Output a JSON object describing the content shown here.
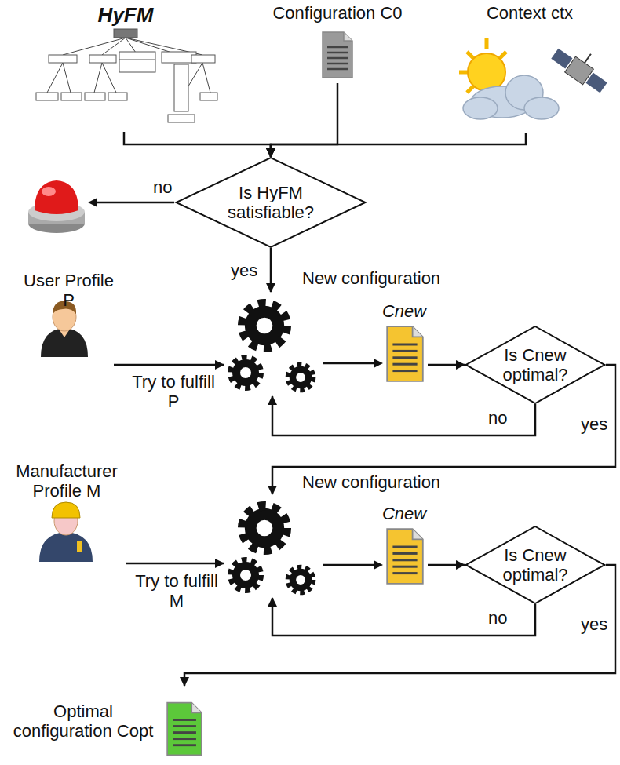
{
  "diagram": {
    "nodes": [
      {
        "text": [
          "HyFM"
        ]
      },
      {
        "text": [
          "Configuration C0"
        ]
      },
      {
        "text": [
          "Context ctx"
        ]
      },
      {
        "text": [
          "Is HyFM satisfiable?"
        ]
      },
      {
        "text": [
          "User Profile P"
        ]
      },
      {
        "text": [
          "New configuration",
          "Cnew"
        ]
      },
      {
        "text": [
          "Is Cnew optimal?"
        ]
      },
      {
        "text": [
          "Manufacturer Profile M"
        ]
      },
      {
        "text": [
          "New configuration",
          "Cnew"
        ]
      },
      {
        "text": [
          "Is Cnew optimal?"
        ]
      },
      {
        "text": [
          "Optimal configuration Copt"
        ]
      }
    ],
    "edges": [
      {
        "from": 0,
        "to": 3,
        "arrow": "to"
      },
      {
        "from": 1,
        "to": 3,
        "arrow": "to"
      },
      {
        "from": 2,
        "to": 3,
        "arrow": "to"
      },
      {
        "from": 3,
        "to": 5,
        "label": "yes",
        "arrow": "to"
      },
      {
        "from": 4,
        "to": 5,
        "label": "Try to fulfill P",
        "arrow": "to"
      },
      {
        "from": 5,
        "to": 6,
        "arrow": "to"
      },
      {
        "from": 6,
        "to": 5,
        "label": "no",
        "arrow": "to"
      },
      {
        "from": 6,
        "to": 8,
        "label": "yes",
        "arrow": "to"
      },
      {
        "from": 7,
        "to": 8,
        "label": "Try to fulfill M",
        "arrow": "to"
      },
      {
        "from": 8,
        "to": 9,
        "arrow": "to"
      },
      {
        "from": 9,
        "to": 8,
        "label": "no",
        "arrow": "to"
      },
      {
        "from": 9,
        "to": 10,
        "label": "yes",
        "arrow": "to"
      }
    ],
    "labels": [
      "no"
    ]
  }
}
